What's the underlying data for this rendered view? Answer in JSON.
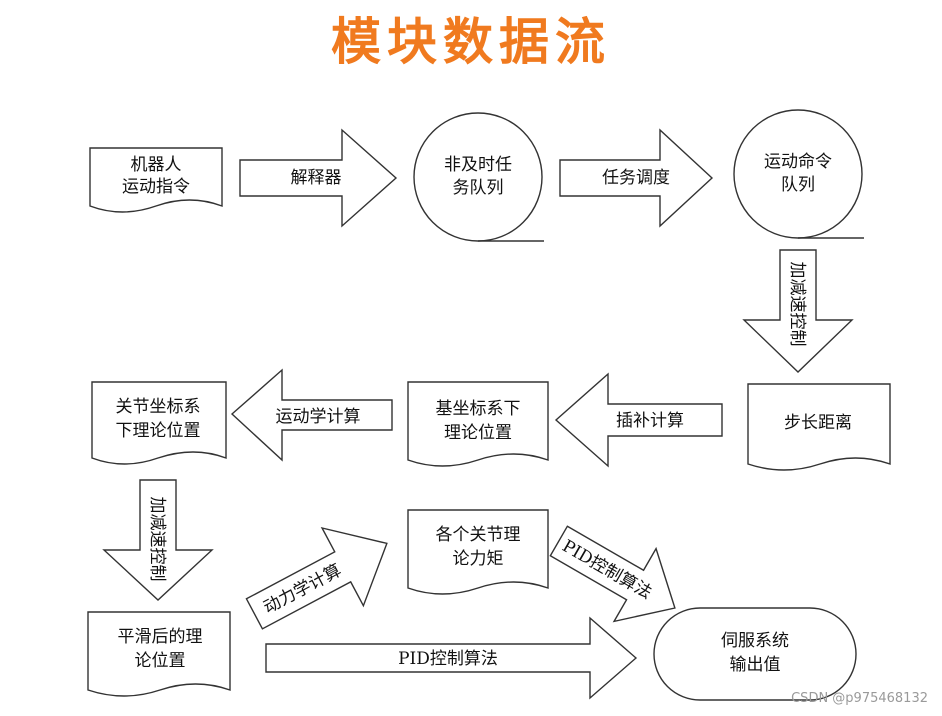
{
  "title": "模块数据流",
  "watermark": "CSDN @p975468132",
  "nodes": {
    "robot_cmd": [
      "机器人",
      "运动指令"
    ],
    "nonrealtime_queue": [
      "非及时任",
      "务队列"
    ],
    "motion_queue": [
      "运动命令",
      "队列"
    ],
    "step_distance": [
      "步长距离"
    ],
    "base_coord": [
      "基坐标系下",
      "理论位置"
    ],
    "joint_coord": [
      "关节坐标系",
      "下理论位置"
    ],
    "smoothed_pos": [
      "平滑后的理",
      "论位置"
    ],
    "joint_torque": [
      "各个关节理",
      "论力矩"
    ],
    "servo_output": [
      "伺服系统",
      "输出值"
    ]
  },
  "arrows": {
    "interpreter": "解释器",
    "task_schedule": "任务调度",
    "accel_decel_1": "加减速控制",
    "interpolation": "插补计算",
    "kinematics": "运动学计算",
    "accel_decel_2": "加减速控制",
    "dynamics": "动力学计算",
    "pid_1": "PID控制算法",
    "pid_2": "PID控制算法"
  }
}
